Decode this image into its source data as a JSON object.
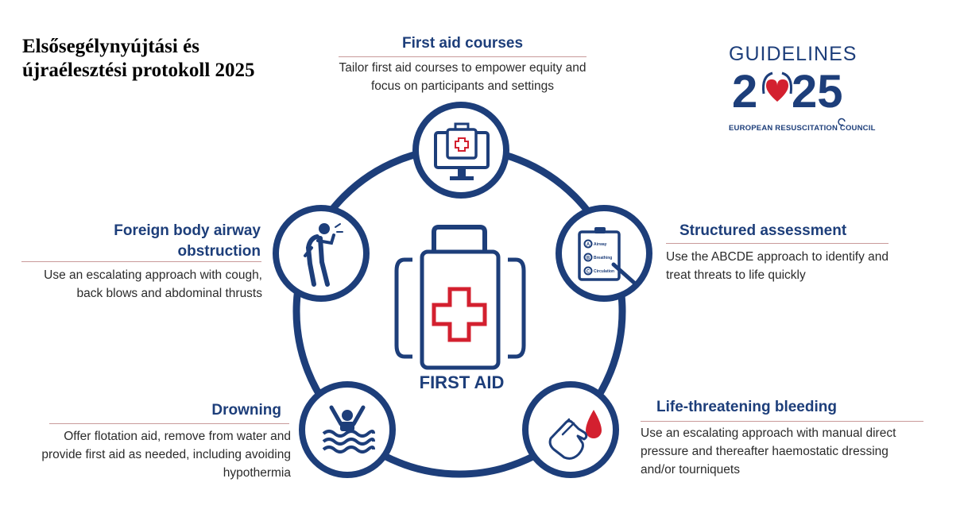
{
  "page": {
    "title": "Elsősegélynyújtási és újraélesztési protokoll 2025"
  },
  "logo": {
    "word": "GUIDELINES",
    "year_left": "2",
    "year_right": "25",
    "org": "EUROPEAN RESUSCITATION COUNCIL"
  },
  "hub": {
    "label": "FIRST AID"
  },
  "nodes": {
    "courses": {
      "title": "First aid courses",
      "description": "Tailor first aid courses to empower equity and focus on participants and settings",
      "icon": "first-aid-kit-monitor-icon"
    },
    "assessment": {
      "title": "Structured assessment",
      "description": "Use the ABCDE approach to identify and treat threats to life quickly",
      "icon": "clipboard-checklist-icon",
      "checklist": [
        "Airway",
        "Breathing",
        "Circulation"
      ]
    },
    "bleeding": {
      "title": "Life-threatening bleeding",
      "description": "Use an escalating approach with manual direct pressure and thereafter haemostatic dressing and/or tourniquets",
      "icon": "hand-blood-drop-icon"
    },
    "drowning": {
      "title": "Drowning",
      "description": "Offer flotation aid, remove from water and provide first aid as needed, including avoiding hypothermia",
      "icon": "drowning-person-icon"
    },
    "airway": {
      "title": "Foreign body airway obstruction",
      "description": "Use an escalating approach with cough, back blows and abdominal thrusts",
      "icon": "choking-person-icon"
    }
  },
  "colors": {
    "navy": "#1d3e7a",
    "red": "#d3202f",
    "rule": "#c99a9a"
  }
}
